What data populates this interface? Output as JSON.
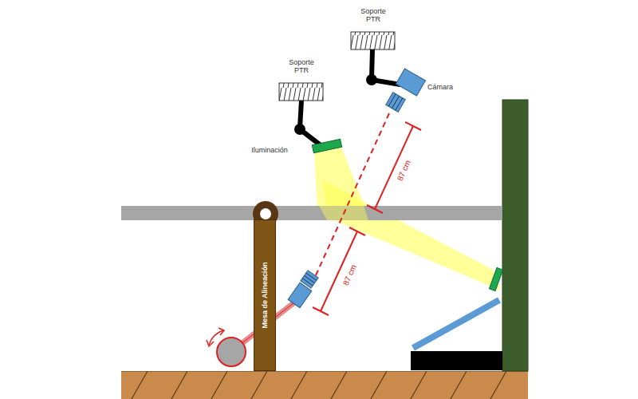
{
  "diagram": {
    "nodes": [
      {
        "text": [
          "Mesa de Alineación"
        ]
      }
    ],
    "labels": [
      "Soporte PTR",
      "Soporte PTR",
      "Cámara",
      "Iluminación",
      "87 cm",
      "87 cm"
    ]
  }
}
